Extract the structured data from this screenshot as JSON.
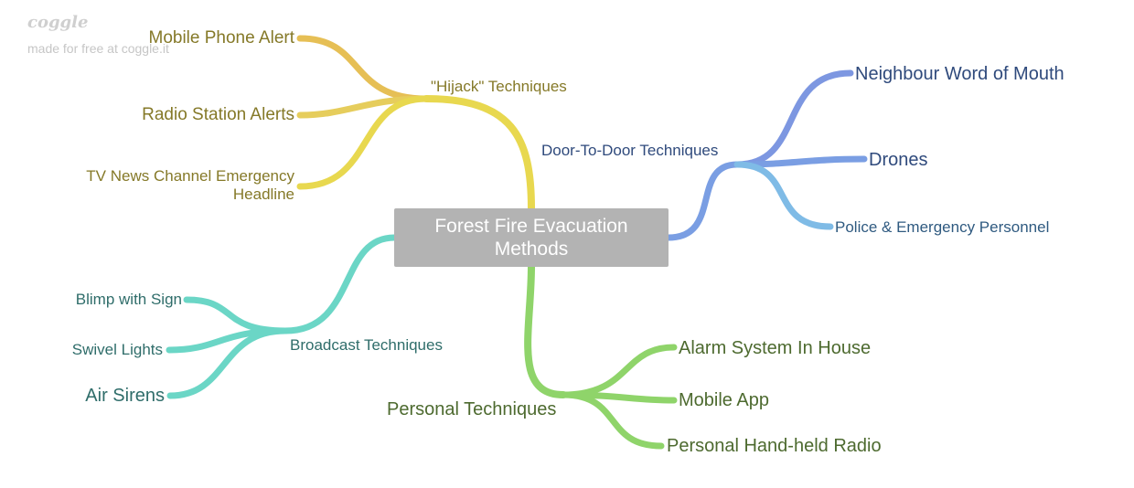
{
  "brand": {
    "logo": "coggle",
    "tagline": "made for free at coggle.it"
  },
  "central": {
    "label": "Forest Fire Evacuation Methods"
  },
  "branches": {
    "hijack": {
      "label": "\"Hijack\" Techniques",
      "color": "#e8d44d",
      "text_color": "#857928",
      "children": [
        "Mobile Phone Alert",
        "Radio Station Alerts",
        "TV News Channel Emergency Headline"
      ]
    },
    "door": {
      "label": "Door-To-Door Techniques",
      "color": "#7a9ee3",
      "text_color": "#2f4a7c",
      "children": [
        "Neighbour Word of Mouth",
        "Drones",
        "Police & Emergency Personnel"
      ]
    },
    "broadcast": {
      "label": "Broadcast Techniques",
      "color": "#6bd6c6",
      "text_color": "#2f6d6a",
      "children": [
        "Blimp with Sign",
        "Swivel Lights",
        "Air Sirens"
      ]
    },
    "personal": {
      "label": "Personal Techniques",
      "color": "#8fd46a",
      "text_color": "#4d6a2f",
      "children": [
        "Alarm System In House",
        "Mobile App",
        "Personal Hand-held Radio"
      ]
    }
  }
}
